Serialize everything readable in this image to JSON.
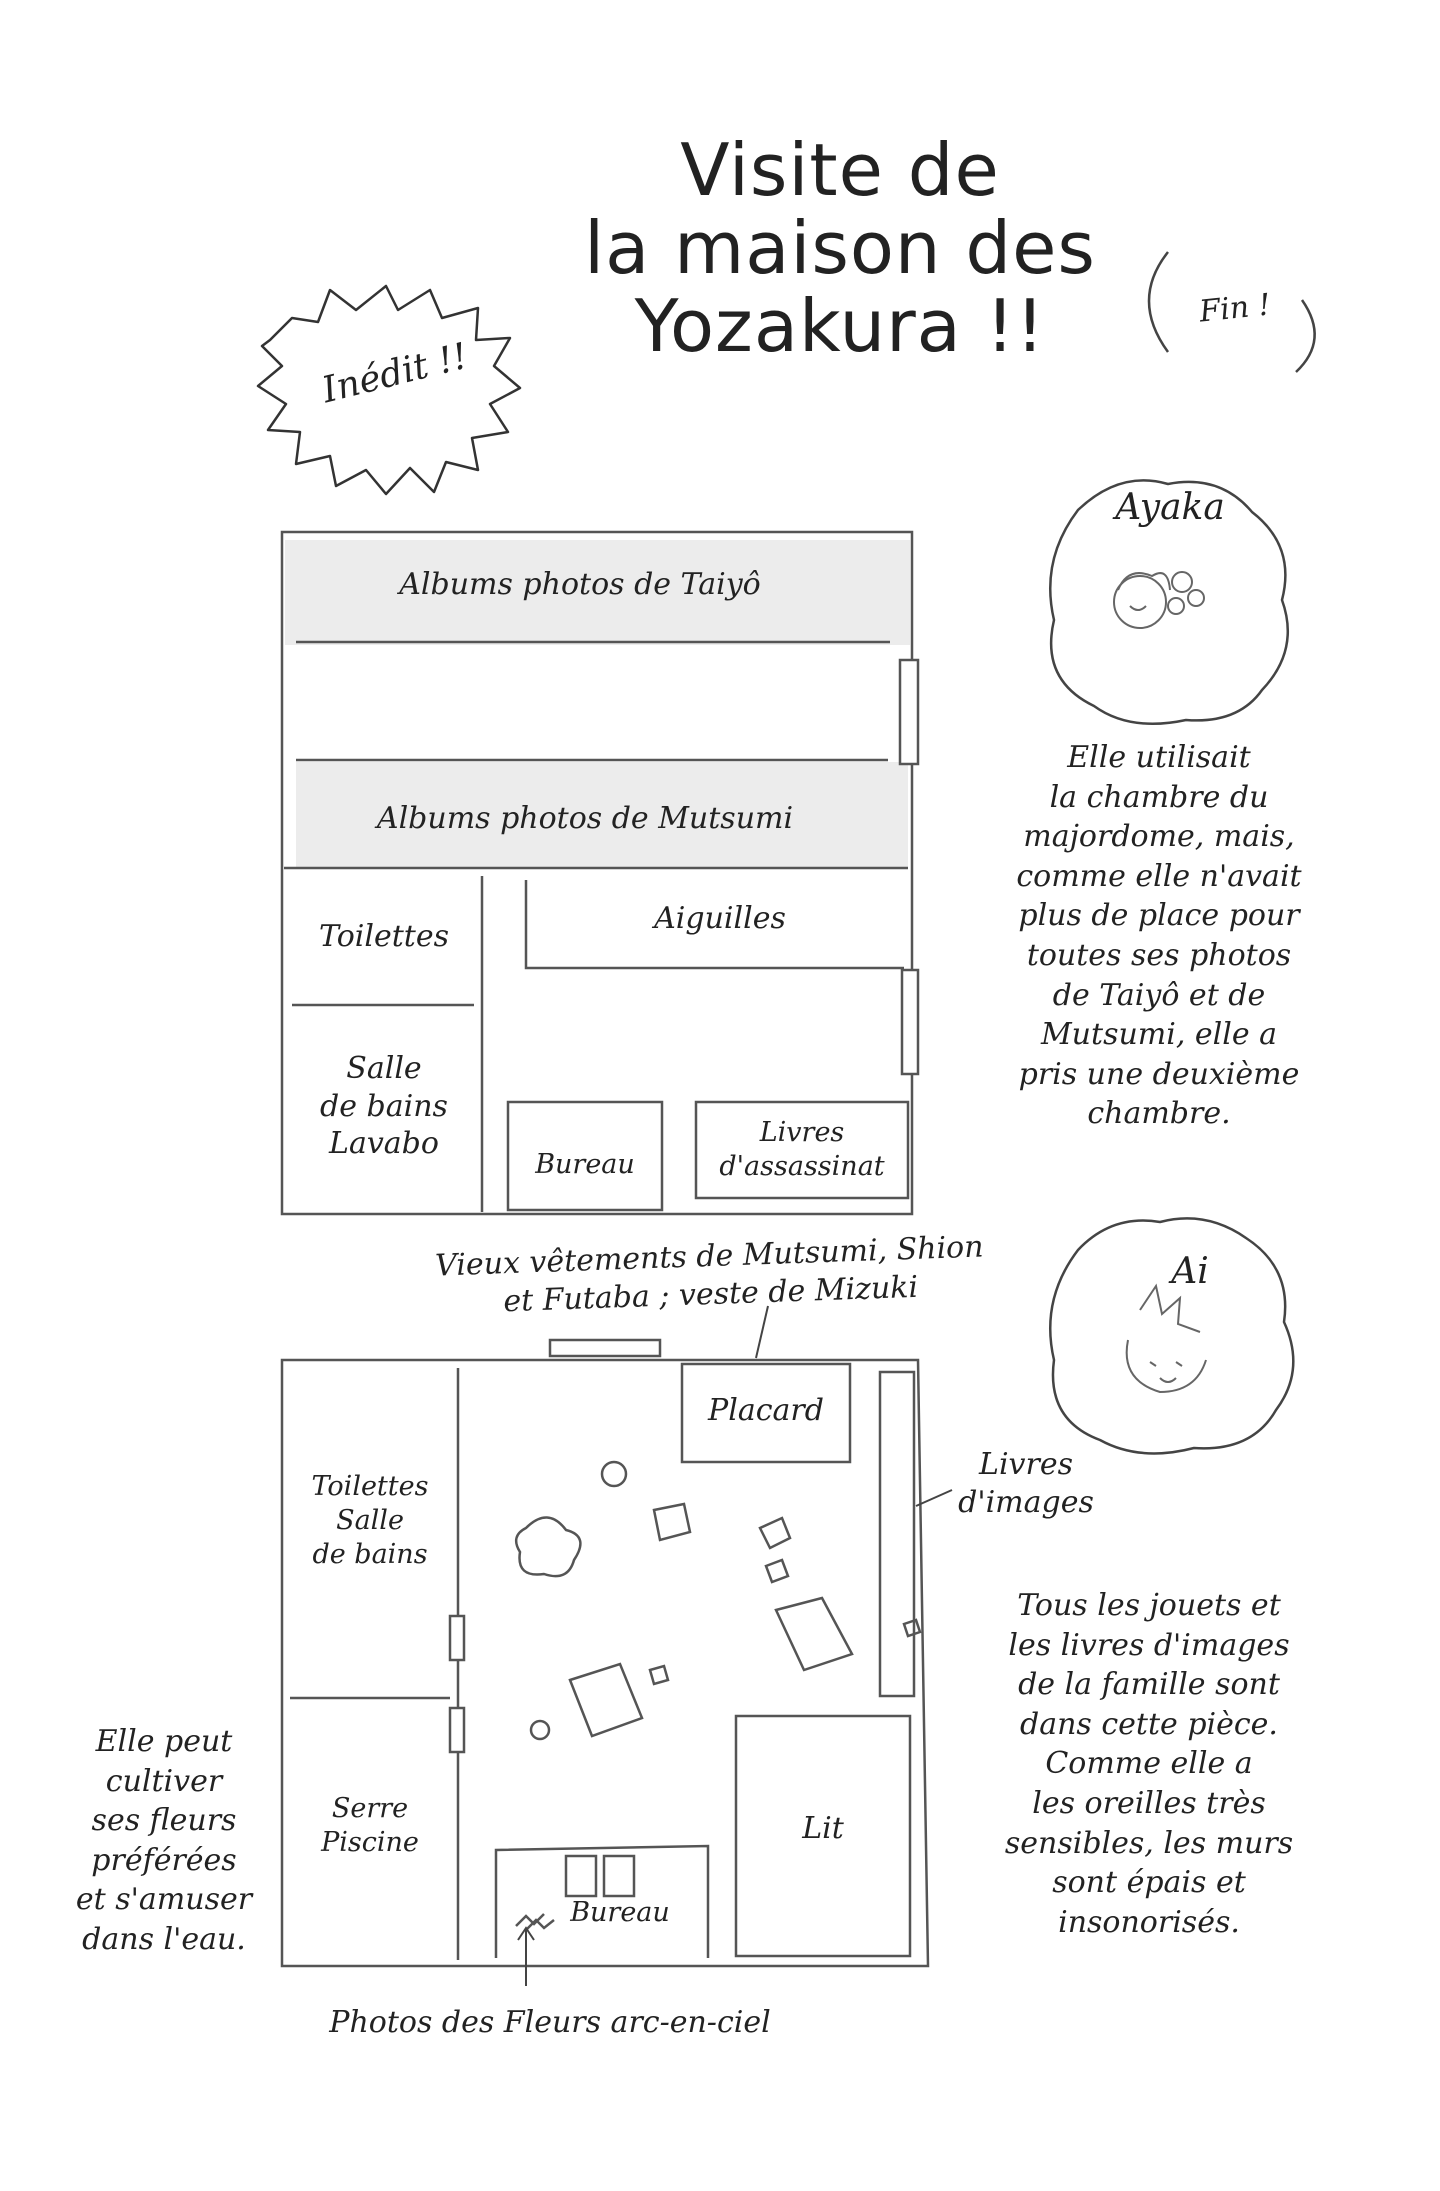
{
  "title": "Visite de\nla maison des\nYozakura !!",
  "badge": "Inédit !!",
  "end_note": "Fin !",
  "ayaka": {
    "name": "Ayaka",
    "description": "Elle utilisait\nla chambre du\nmajordome, mais,\ncomme elle n'avait\nplus de place pour\ntoutes ses photos\nde Taiyô et de\nMutsumi, elle a\npris une deuxième\nchambre.",
    "rooms": {
      "albums_taiyo": "Albums photos de Taiyô",
      "albums_mutsumi": "Albums photos de Mutsumi",
      "toilettes": "Toilettes",
      "salle_de_bains": "Salle\nde bains\nLavabo",
      "aiguilles": "Aiguilles",
      "bureau": "Bureau",
      "livres": "Livres\nd'assassinat"
    }
  },
  "ai": {
    "name": "Ai",
    "description": "Tous les jouets et\nles livres d'images\nde la famille sont\ndans cette pièce.\nComme elle a\nles oreilles très\nsensibles, les murs\nsont épais et\ninsonorisés.",
    "clothes_note": "Vieux vêtements de Mutsumi, Shion\net Futaba ; veste de Mizuki",
    "books_note": "Livres\nd'images",
    "garden_note": "Elle peut\ncultiver\nses fleurs\npréférées\net s'amuser\ndans l'eau.",
    "photos_note": "Photos des Fleurs arc-en-ciel",
    "rooms": {
      "placard": "Placard",
      "toilettes": "Toilettes\nSalle\nde bains",
      "serre": "Serre\nPiscine",
      "lit": "Lit",
      "bureau": "Bureau"
    }
  }
}
